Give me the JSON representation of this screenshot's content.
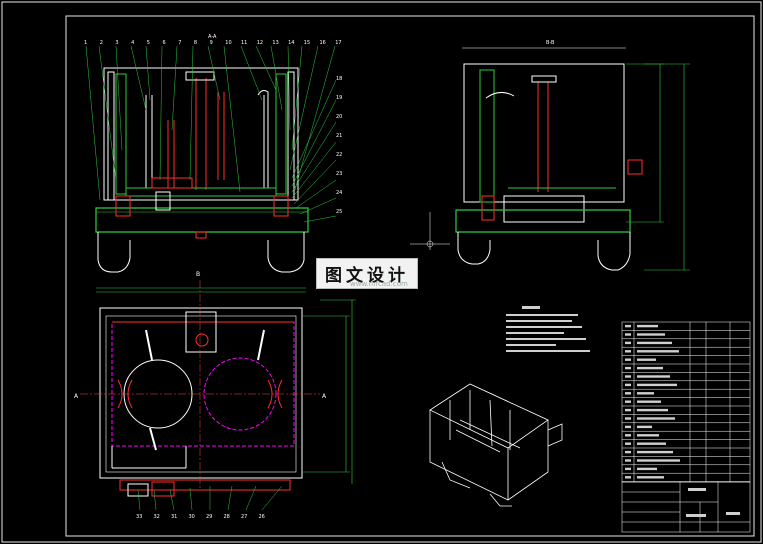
{
  "drawing": {
    "section_labels": {
      "front": "A-A",
      "side": "B-B"
    },
    "cut_markers": {
      "left": "A",
      "right": "A",
      "top": "B"
    },
    "top_part_numbers": [
      "1",
      "2",
      "3",
      "4",
      "5",
      "6",
      "7",
      "8",
      "9",
      "10",
      "11",
      "12",
      "13",
      "14",
      "15",
      "16",
      "17"
    ],
    "right_part_numbers": [
      "18",
      "19",
      "20",
      "21",
      "22",
      "23",
      "24",
      "25"
    ],
    "bottom_part_numbers": [
      "33",
      "32",
      "31",
      "30",
      "29",
      "28",
      "27",
      "26"
    ],
    "watermark": {
      "text": "图文设计",
      "subtitle": "www.mfcad.com"
    },
    "colors": {
      "background": "#000000",
      "frame": "#e8e8e8",
      "outline": "#ffffff",
      "accent": "#ff2d2d",
      "section": "#2ecc40",
      "dimension": "#00ff00",
      "center": "#ff4444",
      "hidden": "#ff00ff"
    }
  }
}
